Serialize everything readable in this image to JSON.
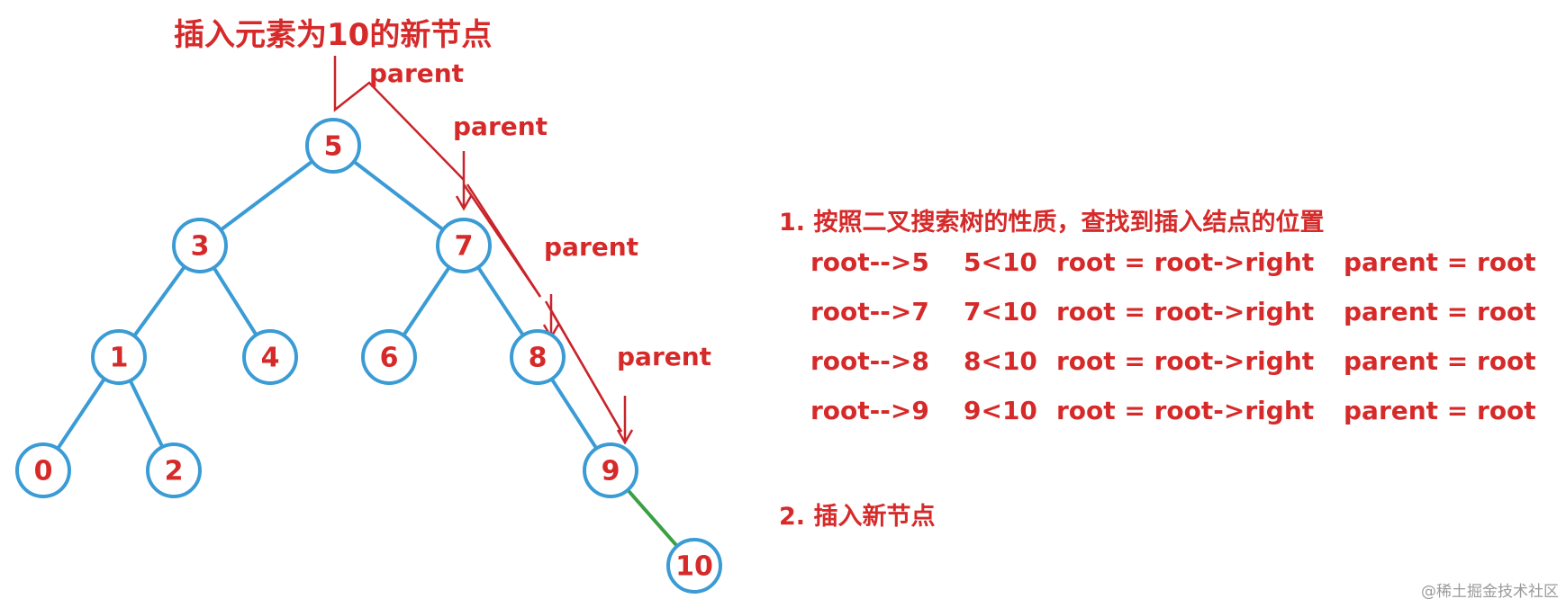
{
  "title": "插入元素为10的新节点",
  "parent_label": "parent",
  "tree": {
    "nodes": [
      {
        "id": "5",
        "label": "5"
      },
      {
        "id": "3",
        "label": "3"
      },
      {
        "id": "7",
        "label": "7"
      },
      {
        "id": "1",
        "label": "1"
      },
      {
        "id": "4",
        "label": "4"
      },
      {
        "id": "6",
        "label": "6"
      },
      {
        "id": "8",
        "label": "8"
      },
      {
        "id": "0",
        "label": "0"
      },
      {
        "id": "2",
        "label": "2"
      },
      {
        "id": "9",
        "label": "9"
      },
      {
        "id": "10",
        "label": "10"
      }
    ],
    "edges": [
      {
        "from": "5",
        "to": "3"
      },
      {
        "from": "5",
        "to": "7"
      },
      {
        "from": "3",
        "to": "1"
      },
      {
        "from": "3",
        "to": "4"
      },
      {
        "from": "7",
        "to": "6"
      },
      {
        "from": "7",
        "to": "8"
      },
      {
        "from": "1",
        "to": "0"
      },
      {
        "from": "1",
        "to": "2"
      },
      {
        "from": "8",
        "to": "9"
      }
    ],
    "new_edge": {
      "from": "9",
      "to": "10"
    },
    "colors": {
      "node_stroke": "#3a9bd5",
      "edge": "#3a9bd5",
      "new_edge": "#3aa043",
      "text": "#d62a2a"
    }
  },
  "steps": {
    "step1_heading": "1. 按照二叉搜索树的性质，查找到插入结点的位置",
    "rows": [
      {
        "c1": "root-->5",
        "c2": "5<10",
        "c3": "root = root->right",
        "c4": "parent = root"
      },
      {
        "c1": "root-->7",
        "c2": "7<10",
        "c3": "root = root->right",
        "c4": "parent = root"
      },
      {
        "c1": "root-->8",
        "c2": "8<10",
        "c3": "root = root->right",
        "c4": "parent = root"
      },
      {
        "c1": "root-->9",
        "c2": "9<10",
        "c3": "root = root->right",
        "c4": "parent = root"
      }
    ],
    "step2_heading": "2. 插入新节点"
  },
  "watermark": "@稀土掘金技术社区"
}
